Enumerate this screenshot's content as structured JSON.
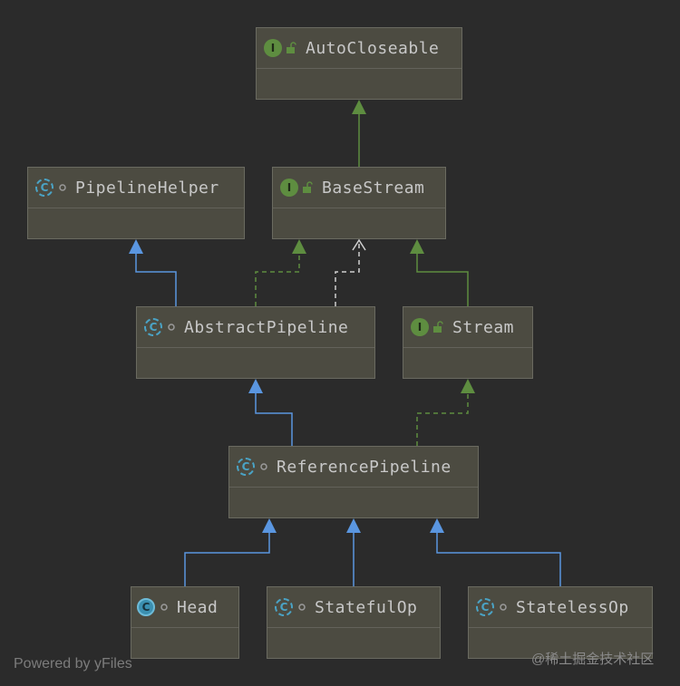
{
  "nodes": {
    "autocloseable": {
      "name": "AutoCloseable",
      "badge": "I"
    },
    "basestream": {
      "name": "BaseStream",
      "badge": "I"
    },
    "pipelinehelper": {
      "name": "PipelineHelper",
      "badge": "C"
    },
    "abstractpipeline": {
      "name": "AbstractPipeline",
      "badge": "C"
    },
    "stream": {
      "name": "Stream",
      "badge": "I"
    },
    "referencepipeline": {
      "name": "ReferencePipeline",
      "badge": "C"
    },
    "head": {
      "name": "Head",
      "badge": "C"
    },
    "statefulop": {
      "name": "StatefulOp",
      "badge": "C"
    },
    "statelessop": {
      "name": "StatelessOp",
      "badge": "C"
    }
  },
  "footer": {
    "powered_by": "Powered by yFiles",
    "watermark": "@稀土掘金技术社区"
  },
  "colors": {
    "background": "#2b2b2b",
    "node_fill": "#4c4b41",
    "extends_edge": "#5a96e0",
    "implements_edge": "#5e8d40",
    "interface_extends_edge": "#5e8d40",
    "dependency_edge": "#d0d0d0"
  }
}
